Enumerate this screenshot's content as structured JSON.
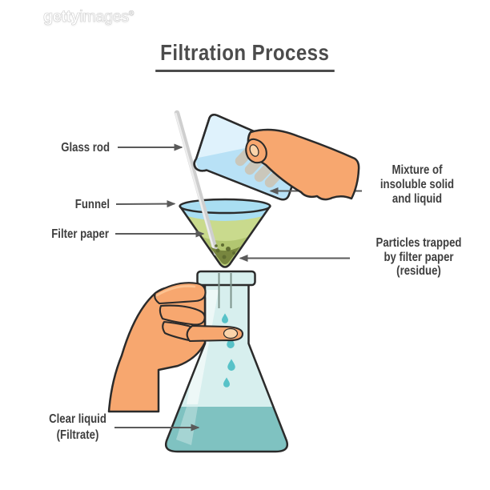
{
  "watermark": {
    "brand_bold": "getty",
    "brand_light": "images",
    "registered": "®"
  },
  "title": "Filtration Process",
  "labels": {
    "glass_rod": "Glass rod",
    "funnel": "Funnel",
    "filter_paper": "Filter paper",
    "mixture": [
      "Mixture of",
      "insoluble solid",
      "and liquid"
    ],
    "particles": [
      "Particles trapped",
      "by filter paper",
      "(residue)"
    ],
    "filtrate": [
      "Clear liquid",
      "(Filtrate)"
    ]
  },
  "colors": {
    "label": "#3e3e3e",
    "arrow": "#5a5a5a",
    "outline": "#2b2b2b",
    "skin": "#f7a76f",
    "skin_hl": "#fcc392",
    "nail": "#fbd4aa",
    "ghost_finger": "#ccc2b0",
    "beaker_glass": "#dff2fc",
    "beaker_liquid": "#b8e1f6",
    "funnel_blue": "#a9def2",
    "paper": "#c9da8d",
    "paper_dark": "#b2c671",
    "residue": "#78863f",
    "residue_spot": "#5f6d31",
    "flask_glass": "#d7efee",
    "filtrate": "#7fc2c1",
    "drop": "#57c2c8",
    "rod": "#cfcfcf",
    "rod_hl": "#ededed",
    "stem": "#7e948c"
  }
}
